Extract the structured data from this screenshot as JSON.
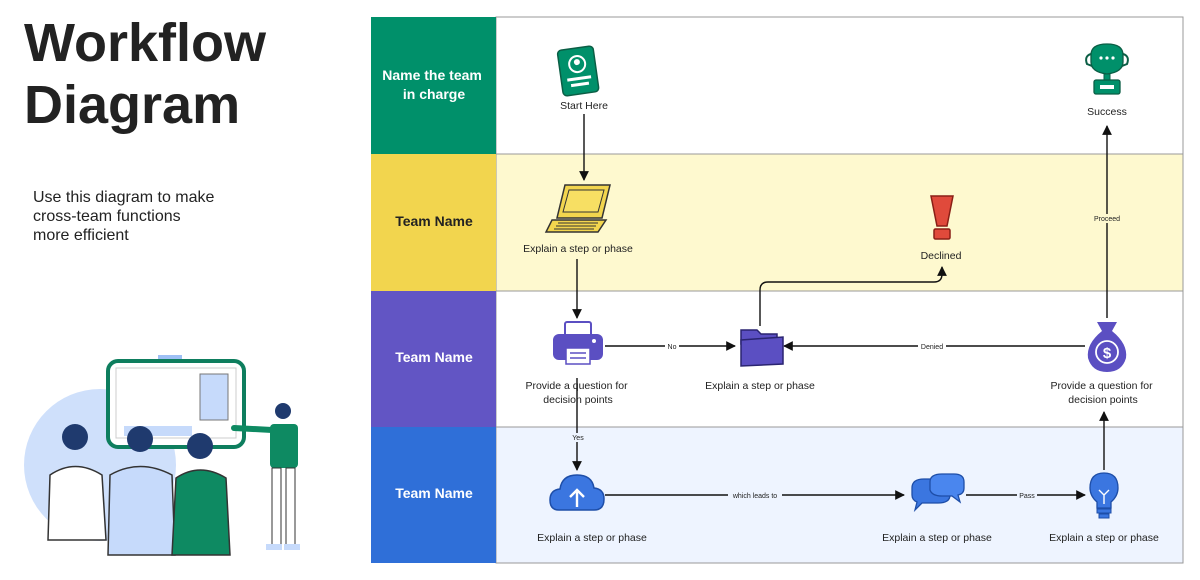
{
  "title": {
    "line1": "Workflow",
    "line2": "Diagram"
  },
  "subtitle": {
    "line1": "Use this diagram to make",
    "line2": "cross-team functions",
    "line3": "more efficient"
  },
  "lanes": [
    {
      "line1": "Name the team",
      "line2": "in charge",
      "color": "#00906a",
      "bg": "#ffffff"
    },
    {
      "line1": "Team Name",
      "color": "#f2d54e",
      "bg": "#fef9cf"
    },
    {
      "line1": "Team Name",
      "color": "#6255c4",
      "bg": "#ffffff"
    },
    {
      "line1": "Team Name",
      "color": "#2f6fd8",
      "bg": "#eef4ff"
    }
  ],
  "nodes": {
    "start": {
      "label": "Start Here",
      "icon": "id-card-icon"
    },
    "success": {
      "label": "Success",
      "icon": "trophy-icon"
    },
    "laptop": {
      "label": "Explain a step or phase",
      "icon": "laptop-icon"
    },
    "declined": {
      "label": "Declined",
      "icon": "exclamation-icon"
    },
    "printer": {
      "line1": "Provide a question for",
      "line2": "decision points",
      "icon": "printer-icon"
    },
    "folder": {
      "label": "Explain a step or phase",
      "icon": "folder-icon"
    },
    "moneybag": {
      "line1": "Provide a question for",
      "line2": "decision points",
      "icon": "money-bag-icon"
    },
    "cloud": {
      "label": "Explain a step or phase",
      "icon": "cloud-upload-icon"
    },
    "chat": {
      "label": "Explain a step or phase",
      "icon": "chat-bubbles-icon"
    },
    "bulb": {
      "label": "Explain a step or phase",
      "icon": "lightbulb-icon"
    }
  },
  "edges": {
    "no": "No",
    "yes": "Yes",
    "denied": "Denied",
    "proceed": "Proceed",
    "leads_to": "which leads to",
    "pass": "Pass"
  },
  "colors": {
    "green": "#00906a",
    "yellow": "#f2d54e",
    "purple": "#6255c4",
    "blue": "#2f6fd8",
    "blue_light": "#4a7ef0"
  }
}
